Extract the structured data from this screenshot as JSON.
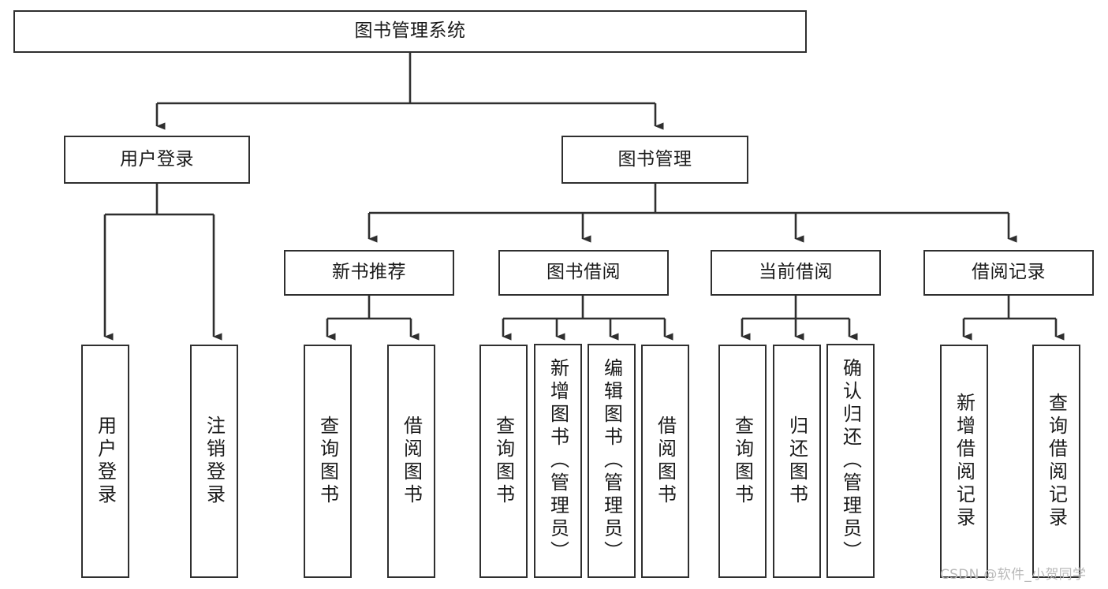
{
  "diagram": {
    "type": "tree-hierarchy",
    "title": "图书管理系统",
    "orientation": "top-down",
    "colors": {
      "background": "#ffffff",
      "node_fill": "#ffffff",
      "node_border": "#2f2f2f",
      "connector": "#2f2f2f",
      "text": "#1a1a1a",
      "watermark": "#b9b9b9"
    },
    "levels": {
      "root": {
        "label": "图书管理系统"
      },
      "level1": [
        {
          "id": "user-login",
          "label": "用户登录"
        },
        {
          "id": "book-management",
          "label": "图书管理"
        }
      ],
      "level2": [
        {
          "id": "new-book-recommend",
          "label": "新书推荐",
          "parent": "book-management"
        },
        {
          "id": "book-borrow",
          "label": "图书借阅",
          "parent": "book-management"
        },
        {
          "id": "current-borrow",
          "label": "当前借阅",
          "parent": "book-management"
        },
        {
          "id": "borrow-record",
          "label": "借阅记录",
          "parent": "book-management"
        }
      ],
      "leaves": {
        "user_login": [
          {
            "id": "leaf-user-login",
            "label": "用户登录"
          },
          {
            "id": "leaf-logout-login",
            "label": "注销登录"
          }
        ],
        "new_book_recommend": [
          {
            "id": "leaf-query-book-1",
            "label": "查询图书"
          },
          {
            "id": "leaf-borrow-book-1",
            "label": "借阅图书"
          }
        ],
        "book_borrow": [
          {
            "id": "leaf-query-book-2",
            "label": "查询图书"
          },
          {
            "id": "leaf-add-book",
            "label": "新增图书（管理员）"
          },
          {
            "id": "leaf-edit-book",
            "label": "编辑图书（管理员）"
          },
          {
            "id": "leaf-borrow-book-2",
            "label": "借阅图书"
          }
        ],
        "current_borrow": [
          {
            "id": "leaf-query-book-3",
            "label": "查询图书"
          },
          {
            "id": "leaf-return-book",
            "label": "归还图书"
          },
          {
            "id": "leaf-confirm-return",
            "label": "确认归还（管理员）"
          }
        ],
        "borrow_record": [
          {
            "id": "leaf-add-record",
            "label": "新增借阅记录"
          },
          {
            "id": "leaf-query-record",
            "label": "查询借阅记录"
          }
        ]
      }
    },
    "watermark": "CSDN @软件_小贺同学"
  }
}
